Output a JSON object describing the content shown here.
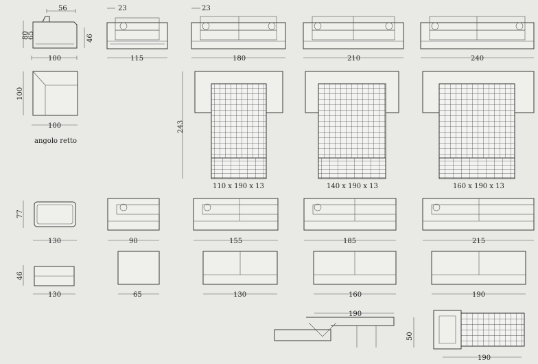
{
  "colors": {
    "background": "#e9e9e6",
    "line": "#3a3a3a",
    "text": "#222222"
  },
  "top_row": {
    "side_depth": "56",
    "side_height": "80",
    "seat_height": "65",
    "arm_height": "46",
    "side_width": "100",
    "armrest": "23",
    "widths": [
      "115",
      "180",
      "210",
      "240"
    ]
  },
  "corner": {
    "height": "100",
    "width": "100",
    "label": "angolo retto"
  },
  "beds": {
    "open_length": "243",
    "mattresses": [
      "110 x 190 x 13",
      "140 x 190 x 13",
      "160 x 190 x 13"
    ]
  },
  "row3": {
    "height": "77",
    "widths": [
      "130",
      "90",
      "155",
      "185",
      "215"
    ]
  },
  "row4": {
    "height": "46",
    "widths": [
      "130",
      "65",
      "130",
      "160",
      "190"
    ]
  },
  "mechanism": {
    "length": "190",
    "height": "50",
    "plan_length": "190"
  }
}
